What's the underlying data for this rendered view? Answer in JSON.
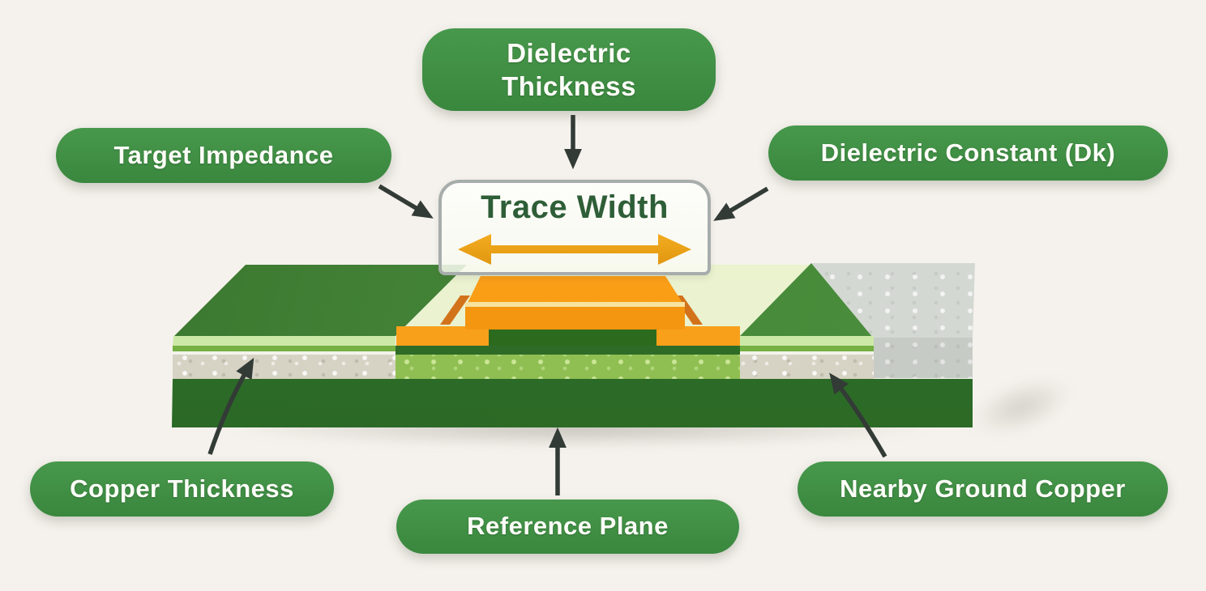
{
  "figure": {
    "background_color": "#f5f2ed",
    "colors": {
      "pill_green": "#3f8e44",
      "pill_text": "#fdfdf8",
      "callout_arrow_dark": "#333b36",
      "trace_orange": "#f99c16",
      "trace_bevel_highlight": "#f8e2a0",
      "width_arrow_orange": "#eba317",
      "board_top_green": "#4e9240",
      "reference_plane_green": "#2e7029",
      "dielectric_speckle_green": "#8fbf52",
      "copper_speckle_gray": "#d6d3c4",
      "ground_slab_gray": "#d4d8d2",
      "panel_border_gray": "#a7adab",
      "panel_title_green": "#2e5e37"
    }
  },
  "callouts": {
    "dielectric_thickness": {
      "label": "Dielectric Thickness"
    },
    "target_impedance": {
      "label": "Target Impedance"
    },
    "dielectric_constant": {
      "label": "Dielectric Constant (Dk)"
    },
    "copper_thickness": {
      "label": "Copper Thickness"
    },
    "reference_plane": {
      "label": "Reference Plane"
    },
    "nearby_ground_copper": {
      "label": "Nearby Ground Copper"
    }
  },
  "board_panel": {
    "label": "Trace Width"
  }
}
